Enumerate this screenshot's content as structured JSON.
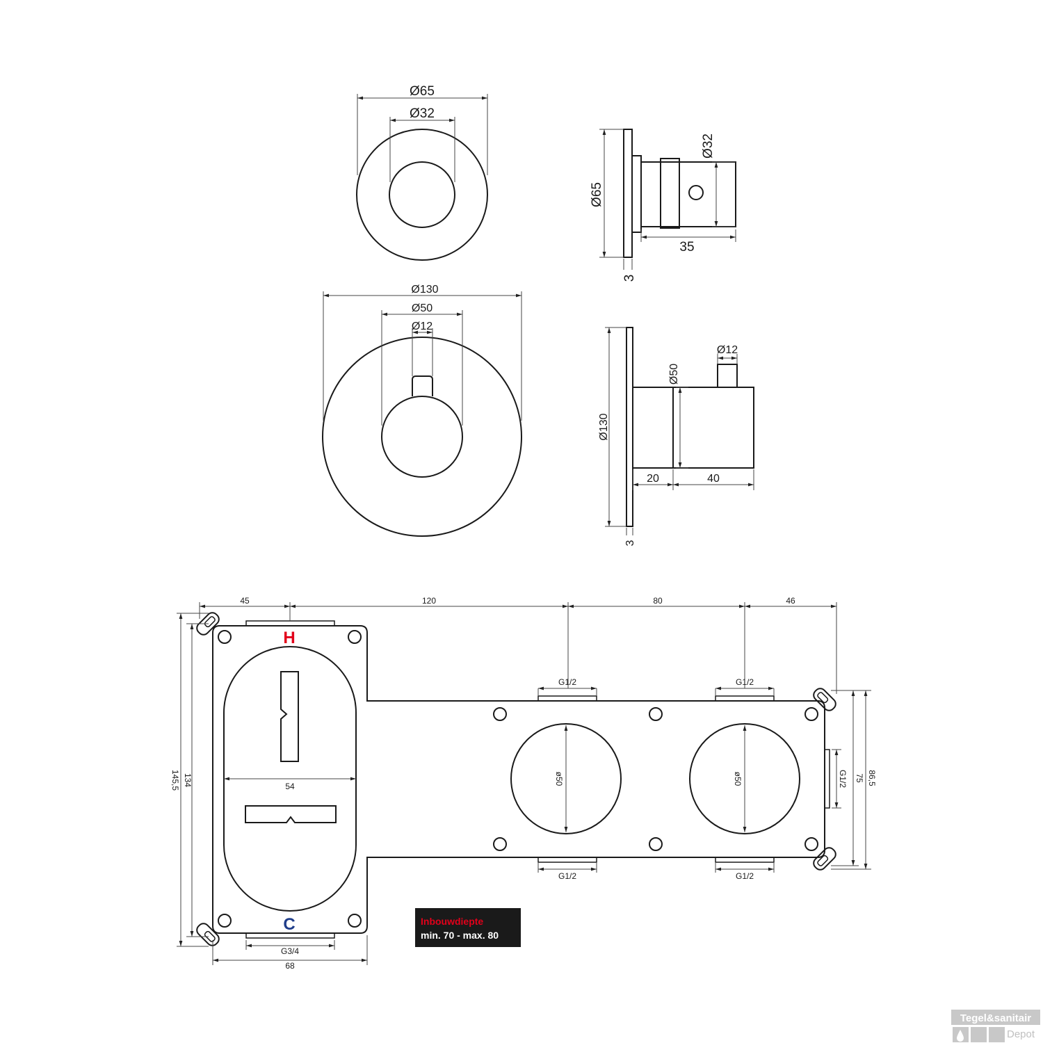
{
  "front_view_small": {
    "d_outer": "Ø65",
    "d_inner": "Ø32"
  },
  "side_view_small": {
    "d_plate": "Ø65",
    "d_body": "Ø32",
    "length": "35",
    "plate_thickness": "3"
  },
  "front_view_large": {
    "d_outer": "Ø130",
    "d_inner": "Ø50",
    "d_knob": "Ø12"
  },
  "side_view_large": {
    "d_plate": "Ø130",
    "d_body": "Ø50",
    "d_knob": "Ø12",
    "len_a": "20",
    "len_b": "40",
    "plate_thickness": "3"
  },
  "plan": {
    "top_dims": [
      "45",
      "120",
      "80",
      "46"
    ],
    "left_dims": [
      "145,5",
      "134"
    ],
    "right_dims": [
      "75",
      "86,5"
    ],
    "width_inner": "54",
    "width_box": "68",
    "port_bottom_left": "G3/4",
    "ports_top": [
      "G1/2",
      "G1/2"
    ],
    "ports_bottom": [
      "G1/2",
      "G1/2"
    ],
    "port_right": "G1/2",
    "circle_dims": [
      "ø50",
      "ø50"
    ],
    "hot_label": "H",
    "cold_label": "C",
    "hot_color": "#e2001a",
    "cold_color": "#1f3d8a"
  },
  "install_depth": {
    "title": "Inbouwdiepte",
    "value": "min. 70 - max. 80"
  },
  "logo": {
    "line1": "Tegel&sanitair",
    "line2": "Depot"
  }
}
